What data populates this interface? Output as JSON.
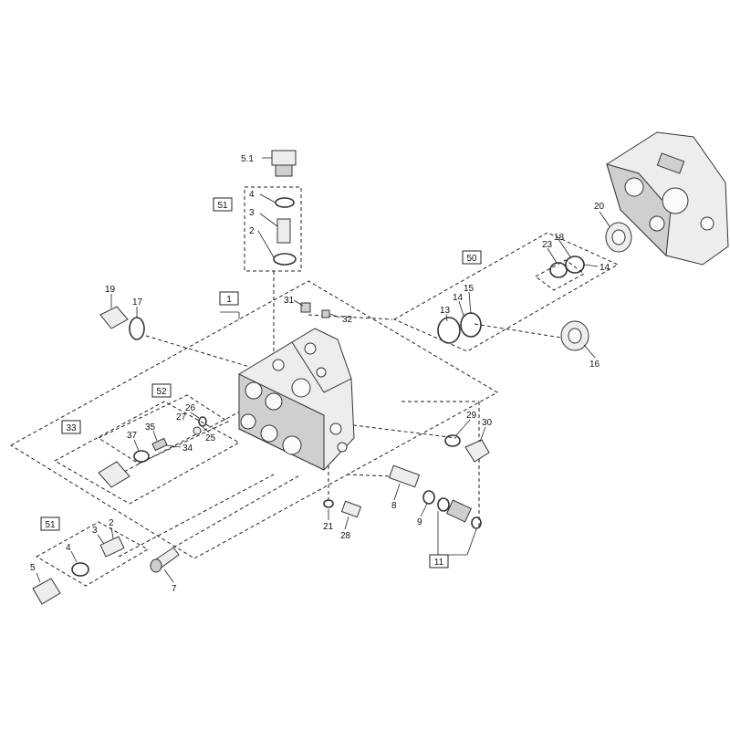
{
  "labels": [
    {
      "id": "5_1_top",
      "text": "5.1"
    },
    {
      "id": "4_top",
      "text": "4"
    },
    {
      "id": "3_top",
      "text": "3"
    },
    {
      "id": "2_top",
      "text": "2"
    },
    {
      "id": "19",
      "text": "19"
    },
    {
      "id": "17",
      "text": "17"
    },
    {
      "id": "31",
      "text": "31"
    },
    {
      "id": "32",
      "text": "32"
    },
    {
      "id": "26",
      "text": "26"
    },
    {
      "id": "27",
      "text": "27"
    },
    {
      "id": "25",
      "text": "25"
    },
    {
      "id": "37",
      "text": "37"
    },
    {
      "id": "35",
      "text": "35"
    },
    {
      "id": "34",
      "text": "34"
    },
    {
      "id": "20",
      "text": "20"
    },
    {
      "id": "23",
      "text": "23"
    },
    {
      "id": "18",
      "text": "18"
    },
    {
      "id": "14_right",
      "text": "14"
    },
    {
      "id": "13",
      "text": "13"
    },
    {
      "id": "14_left",
      "text": "14"
    },
    {
      "id": "15",
      "text": "15"
    },
    {
      "id": "16",
      "text": "16"
    },
    {
      "id": "29",
      "text": "29"
    },
    {
      "id": "30",
      "text": "30"
    },
    {
      "id": "8",
      "text": "8"
    },
    {
      "id": "9",
      "text": "9"
    },
    {
      "id": "21",
      "text": "21"
    },
    {
      "id": "28",
      "text": "28"
    },
    {
      "id": "2_bottom",
      "text": "2"
    },
    {
      "id": "3_bottom",
      "text": "3"
    },
    {
      "id": "4_bottom",
      "text": "4"
    },
    {
      "id": "5_bottom",
      "text": "5"
    },
    {
      "id": "7",
      "text": "7"
    }
  ],
  "boxed_labels": [
    {
      "id": "51_top",
      "text": "51"
    },
    {
      "id": "1",
      "text": "1"
    },
    {
      "id": "52",
      "text": "52"
    },
    {
      "id": "33",
      "text": "33"
    },
    {
      "id": "50",
      "text": "50"
    },
    {
      "id": "51_bottom",
      "text": "51"
    },
    {
      "id": "11",
      "text": "11"
    }
  ]
}
